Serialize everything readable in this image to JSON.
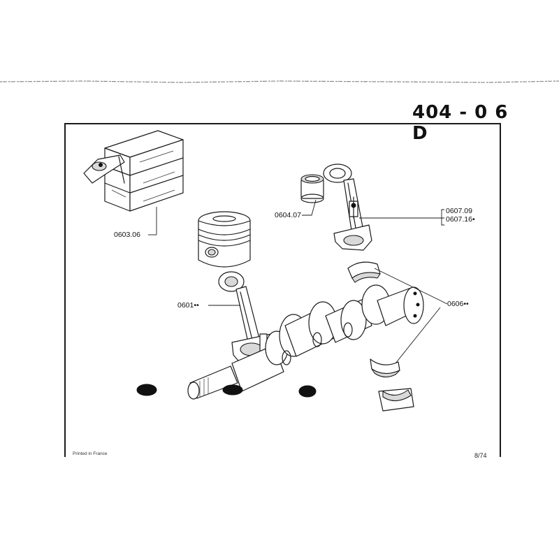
{
  "title": "404 - 0 6 D",
  "parts": {
    "ring_box": "0603.06",
    "small_end_bush": "0604.07",
    "bolt_a": "0607.09",
    "bolt_b": "0607.16•",
    "conrod": "0601••",
    "bearing_shells": "0606••"
  },
  "footer": {
    "printed": "Printed in France",
    "page": "8/74"
  }
}
